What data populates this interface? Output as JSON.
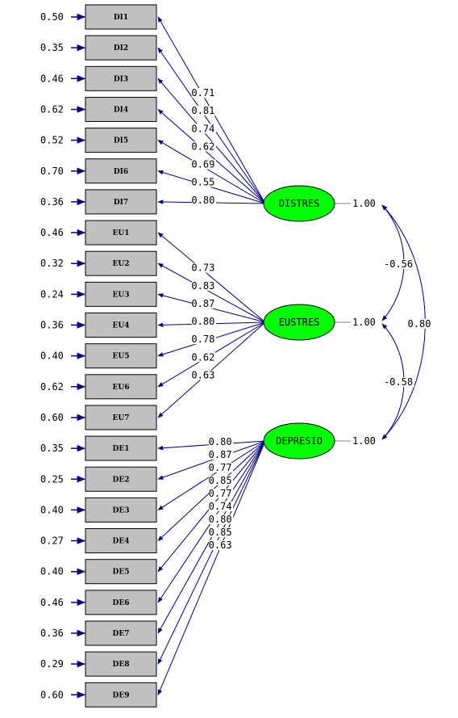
{
  "colors": {
    "line": "#000080",
    "box_fill": "#c0c0c0",
    "box_stroke": "#000000",
    "latent_fill": "#00ff00",
    "text": "#000000"
  },
  "latents": [
    {
      "id": "DISTRES",
      "label": "DISTRES",
      "variance": "1.00"
    },
    {
      "id": "EUSTRES",
      "label": "EUSTRES",
      "variance": "1.00"
    },
    {
      "id": "DEPRESIO",
      "label": "DEPRESIO",
      "variance": "1.00"
    }
  ],
  "indicators": [
    {
      "label": "DI1",
      "error": "0.50",
      "factor": "DISTRES",
      "loading": "0.71"
    },
    {
      "label": "DI2",
      "error": "0.35",
      "factor": "DISTRES",
      "loading": "0.81"
    },
    {
      "label": "DI3",
      "error": "0.46",
      "factor": "DISTRES",
      "loading": "0.74"
    },
    {
      "label": "DI4",
      "error": "0.62",
      "factor": "DISTRES",
      "loading": "0.62"
    },
    {
      "label": "DI5",
      "error": "0.52",
      "factor": "DISTRES",
      "loading": "0.69"
    },
    {
      "label": "DI6",
      "error": "0.70",
      "factor": "DISTRES",
      "loading": "0.55"
    },
    {
      "label": "DI7",
      "error": "0.36",
      "factor": "DISTRES",
      "loading": "0.80"
    },
    {
      "label": "EU1",
      "error": "0.46",
      "factor": "EUSTRES",
      "loading": "0.73"
    },
    {
      "label": "EU2",
      "error": "0.32",
      "factor": "EUSTRES",
      "loading": "0.83"
    },
    {
      "label": "EU3",
      "error": "0.24",
      "factor": "EUSTRES",
      "loading": "0.87"
    },
    {
      "label": "EU4",
      "error": "0.36",
      "factor": "EUSTRES",
      "loading": "0.80"
    },
    {
      "label": "EU5",
      "error": "0.40",
      "factor": "EUSTRES",
      "loading": "0.78"
    },
    {
      "label": "EU6",
      "error": "0.62",
      "factor": "EUSTRES",
      "loading": "0.62"
    },
    {
      "label": "EU7",
      "error": "0.60",
      "factor": "EUSTRES",
      "loading": "0.63"
    },
    {
      "label": "DE1",
      "error": "0.35",
      "factor": "DEPRESIO",
      "loading": "0.80"
    },
    {
      "label": "DE2",
      "error": "0.25",
      "factor": "DEPRESIO",
      "loading": "0.87"
    },
    {
      "label": "DE3",
      "error": "0.40",
      "factor": "DEPRESIO",
      "loading": "0.77"
    },
    {
      "label": "DE4",
      "error": "0.27",
      "factor": "DEPRESIO",
      "loading": "0.85"
    },
    {
      "label": "DE5",
      "error": "0.40",
      "factor": "DEPRESIO",
      "loading": "0.77"
    },
    {
      "label": "DE6",
      "error": "0.46",
      "factor": "DEPRESIO",
      "loading": "0.74"
    },
    {
      "label": "DE7",
      "error": "0.36",
      "factor": "DEPRESIO",
      "loading": "0.80"
    },
    {
      "label": "DE8",
      "error": "0.29",
      "factor": "DEPRESIO",
      "loading": "0.85"
    },
    {
      "label": "DE9",
      "error": "0.60",
      "factor": "DEPRESIO",
      "loading": "0.63"
    }
  ],
  "covariances": [
    {
      "from": "DISTRES",
      "to": "EUSTRES",
      "value": "-0.56"
    },
    {
      "from": "EUSTRES",
      "to": "DEPRESIO",
      "value": "-0.58"
    },
    {
      "from": "DISTRES",
      "to": "DEPRESIO",
      "value": "0.80"
    }
  ]
}
